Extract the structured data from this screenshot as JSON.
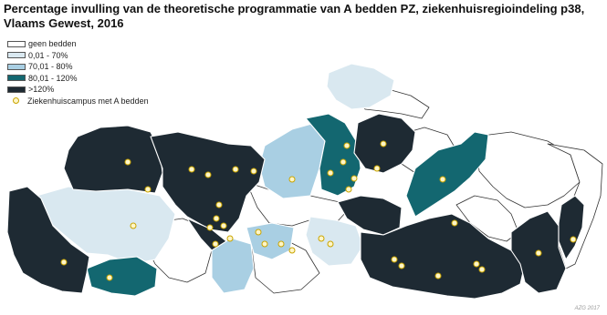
{
  "title_line1": "Percentage invulling van de theoretische programmatie van A bedden PZ, ziekenhuisregioindeling p38,",
  "title_line2": "Vlaams Gewest, 2016",
  "legend": [
    {
      "label": "geen bedden",
      "color": "#ffffff"
    },
    {
      "label": "0,01 - 70%",
      "color": "#d9e8f0"
    },
    {
      "label": "70,01 - 80%",
      "color": "#a9cfe3"
    },
    {
      "label": "80,01 - 120%",
      "color": "#136770"
    },
    {
      "label": ">120%",
      "color": "#1e2a33"
    }
  ],
  "campus_label": "Ziekenhuiscampus met A bedden",
  "credit": "AZG 2017",
  "colors": {
    "geen": "#ffffff",
    "low": "#d9e8f0",
    "mid": "#a9cfe3",
    "high": "#136770",
    "max": "#1e2a33",
    "campus_fill": "#fff6c8",
    "campus_stroke": "#c9a400"
  }
}
